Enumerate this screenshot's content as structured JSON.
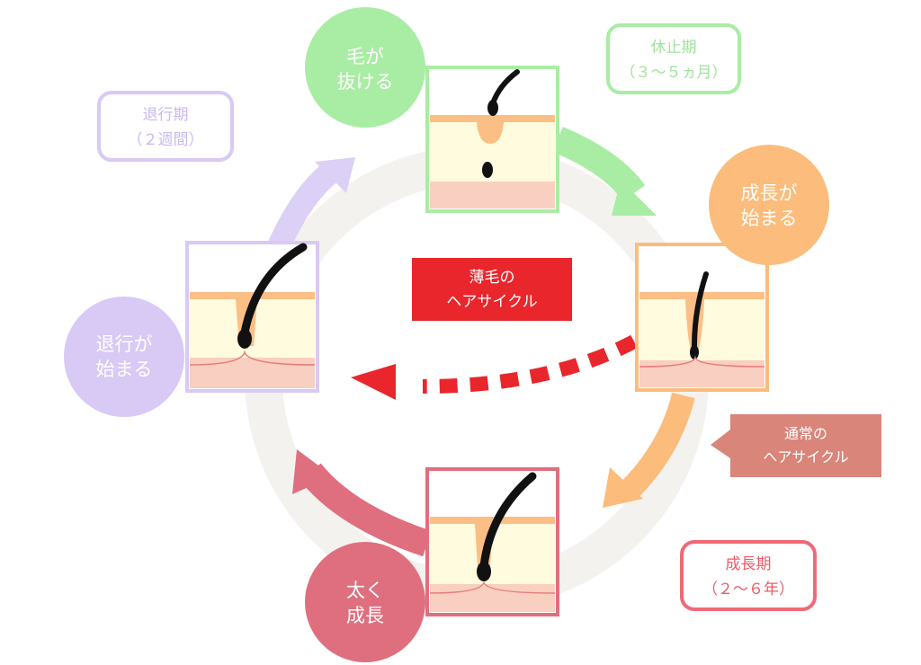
{
  "center_label": {
    "line1": "薄毛の",
    "line2": "ヘアサイクル"
  },
  "normal_cycle_label": {
    "line1": "通常の",
    "line2": "ヘアサイクル"
  },
  "stages": {
    "falling_out": {
      "line1": "毛が",
      "line2": "抜ける"
    },
    "growth_start": {
      "line1": "成長が",
      "line2": "始まる"
    },
    "thick_growth": {
      "line1": "太く",
      "line2": "成長"
    },
    "regression_start": {
      "line1": "退行が",
      "line2": "始まる"
    }
  },
  "periods": {
    "resting": {
      "line1": "休止期",
      "line2": "（３～５ヵ月）"
    },
    "growth": {
      "line1": "成長期",
      "line2": "（２～６年）"
    },
    "regression": {
      "line1": "退行期",
      "line2": "（２週間）"
    }
  },
  "colors": {
    "green": "#a8eda3",
    "orange": "#fbbc7c",
    "pink": "#df6f7e",
    "lavender": "#d9c9f5",
    "red": "#e8262b",
    "salmon": "#d9857a",
    "skin_top": "#fbbf86",
    "skin_mid": "#fffbdf",
    "skin_bottom": "#f8cfc0"
  }
}
